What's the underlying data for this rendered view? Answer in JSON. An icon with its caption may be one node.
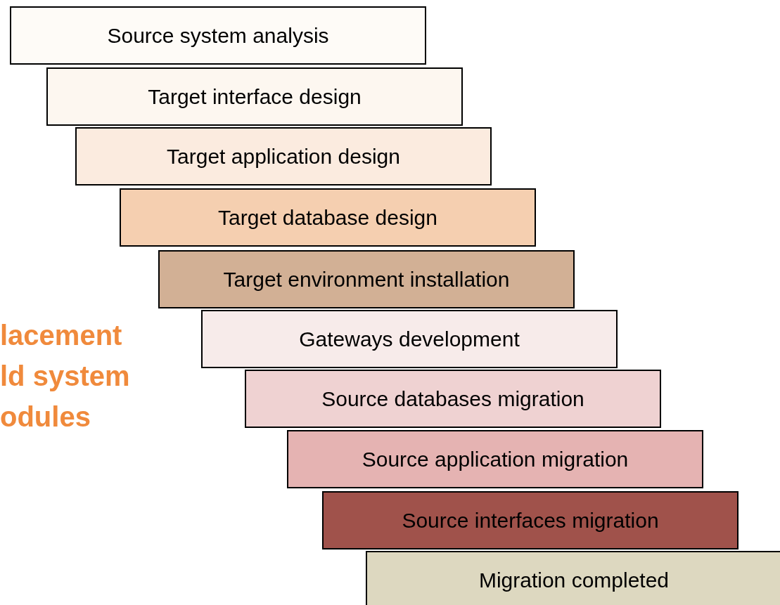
{
  "diagram": {
    "nodes": [
      {
        "text": [
          "Source system analysis"
        ]
      },
      {
        "text": [
          "Target interface design"
        ]
      },
      {
        "text": [
          "Target application design"
        ]
      },
      {
        "text": [
          "Target database design"
        ]
      },
      {
        "text": [
          "Target environment installation"
        ]
      },
      {
        "text": [
          "Gateways development"
        ]
      },
      {
        "text": [
          "Source databases migration"
        ]
      },
      {
        "text": [
          "Source application migration"
        ]
      },
      {
        "text": [
          "Source interfaces migration"
        ]
      },
      {
        "text": [
          "Migration completed"
        ]
      }
    ],
    "labels": [
      "lacement ld system odules"
    ]
  }
}
